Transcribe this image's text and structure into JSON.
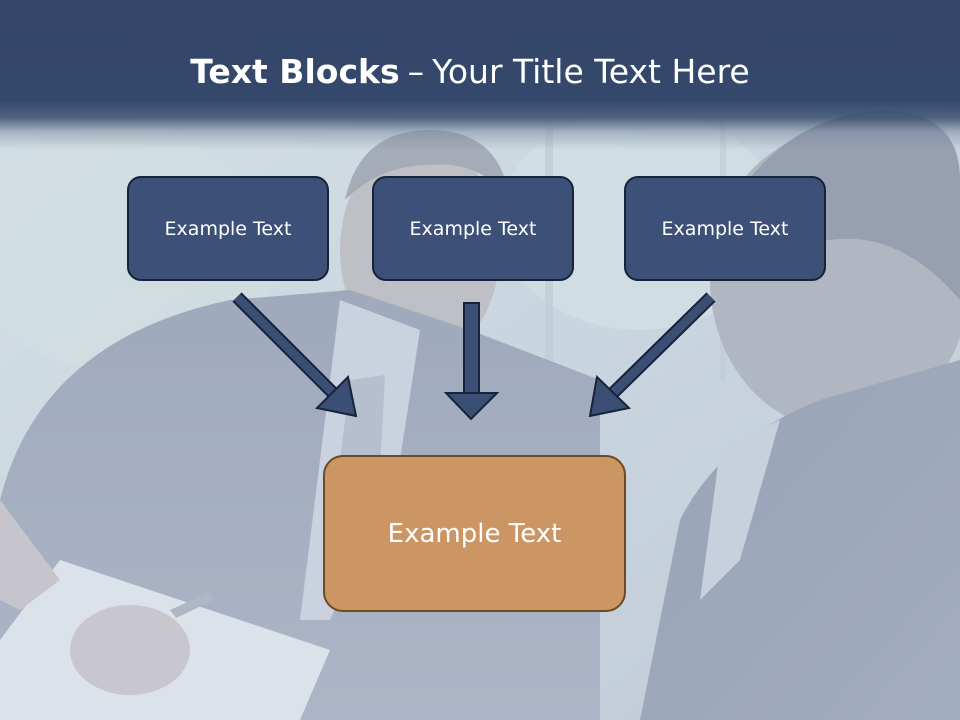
{
  "slide": {
    "title_bold": "Text Blocks",
    "title_separator": "–",
    "title_rest": "Your Title Text Here"
  },
  "boxes": {
    "top": [
      {
        "label": "Example Text"
      },
      {
        "label": "Example Text"
      },
      {
        "label": "Example Text"
      }
    ],
    "center": {
      "label": "Example Text"
    }
  },
  "colors": {
    "header_band": "#34486b",
    "top_box_fill": "#3d5077",
    "top_box_border": "#17233a",
    "center_box_fill": "#cb9663",
    "center_box_border": "#6d4a22",
    "arrow_fill": "#3b4f74"
  },
  "background": {
    "image": "business-meeting-photo"
  }
}
